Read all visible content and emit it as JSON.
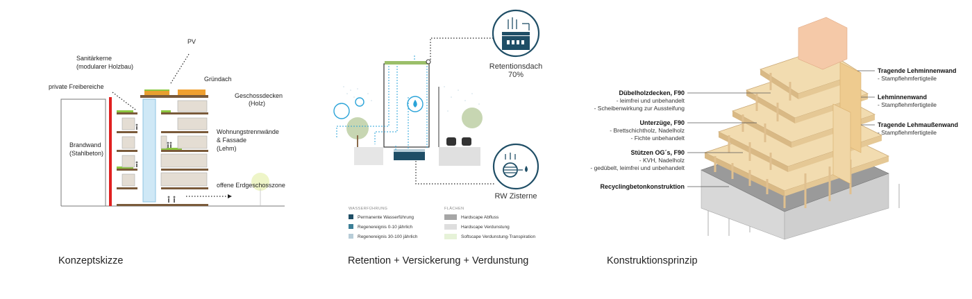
{
  "concept": {
    "caption": "Konzeptskizze",
    "labels": {
      "pv": "PV",
      "sanitaer_1": "Sanitärkerne",
      "sanitaer_2": "(modularer Holzbau)",
      "gruendach": "Gründach",
      "freibereiche": "private Freibereiche",
      "geschossdecken_1": "Geschossdecken",
      "geschossdecken_2": "(Holz)",
      "wohnung_1": "Wohnungstrennwände",
      "wohnung_2": "& Fassade",
      "wohnung_3": "(Lehm)",
      "brandwand_1": "Brandwand",
      "brandwand_2": "(Stahlbeton)",
      "erdgeschoss": "offene Erdgeschosszone"
    },
    "colors": {
      "brandwand": "#e02020",
      "floor": "#7a5a3a",
      "core": "#bfe0f2",
      "green": "#8cc63f",
      "pv": "#f0a030"
    }
  },
  "water": {
    "caption": "Retention + Versickerung + Verdunstung",
    "retention_label": "Retentionsdach",
    "retention_value": "70%",
    "cistern_label": "RW Zisterne",
    "legend_left_title": "WASSERFÜHRUNG",
    "legend_left": [
      {
        "label": "Permanente Wasserführung",
        "color": "#1f4e66"
      },
      {
        "label": "Regenereignis 0-10 jährlich",
        "color": "#3c7f96"
      },
      {
        "label": "Regenereignis 30-100 jährlich",
        "color": "#b8cdd8"
      }
    ],
    "legend_right_title": "FLÄCHEN",
    "legend_right": [
      {
        "label": "Hardscape Abfluss",
        "color": "#a6a6a6"
      },
      {
        "label": "Hardscape Verdunstung",
        "color": "#dedede"
      },
      {
        "label": "Softscape Verdunstung-Transpiration",
        "color": "#e6f2d8"
      }
    ],
    "colors": {
      "icon_ring": "#1f4e66",
      "dashed": "#2aa3d8"
    }
  },
  "construction": {
    "caption": "Konstruktionsprinzip",
    "left_labels": [
      {
        "title": "Dübelholzdecken, F90",
        "lines": [
          "- leimfrei und unbehandelt",
          "- Scheibenwirkung zur Aussteifung"
        ]
      },
      {
        "title": "Unterzüge, F90",
        "lines": [
          "- Brettschichtholz, Nadelholz",
          "- Fichte unbehandelt"
        ]
      },
      {
        "title": "Stützen OG´s, F90",
        "lines": [
          "- KVH, Nadelholz",
          "- gedübelt, leimfrei und unbehandelt"
        ]
      },
      {
        "title": "Recyclingbetonkonstruktion",
        "lines": []
      }
    ],
    "right_labels": [
      {
        "title": "Tragende Lehminnenwand",
        "lines": [
          "- Stampflehmfertigteile"
        ]
      },
      {
        "title": "Lehminnenwand",
        "lines": [
          "- Stampflehmfertigteile"
        ]
      },
      {
        "title": "Tragende Lehmaußenwand",
        "lines": [
          "- Stampflehmfertigteile"
        ]
      }
    ],
    "colors": {
      "wood": "#f2dcb0",
      "wood_dark": "#d9b985",
      "clay": "#f5c9a8",
      "concrete": "#9a9a9a"
    }
  }
}
